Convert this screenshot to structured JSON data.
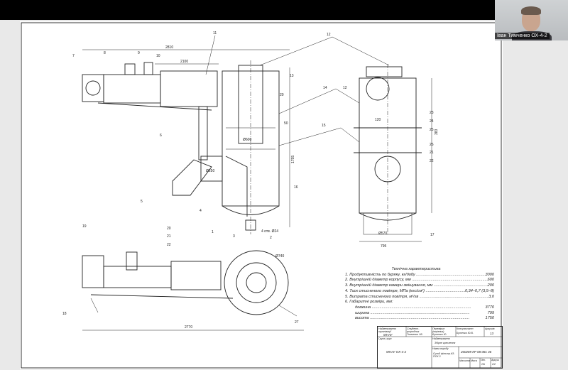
{
  "webcam": {
    "participant_name": "Іван Тимченко ОХ-4-2"
  },
  "drawing": {
    "callouts": [
      "1",
      "2",
      "3",
      "4",
      "5",
      "6",
      "7",
      "8",
      "9",
      "10",
      "11",
      "12",
      "13",
      "14",
      "15",
      "16",
      "17",
      "18",
      "19",
      "20",
      "21",
      "22",
      "23",
      "24",
      "25",
      "26",
      "27"
    ],
    "dimensions": {
      "d2810": "2810",
      "d2100": "2100",
      "d600": "Ø600",
      "d250": "Ø250",
      "d1755": "1755",
      "holes": "4 отв. Ø24",
      "d570": "Ø570",
      "d795": "795",
      "d120": "120",
      "d383": "383",
      "d2770": "2770",
      "d740": "Ø740",
      "d20": "20",
      "d50": "50",
      "d12": "12"
    }
  },
  "tech": {
    "title": "Технічна характеристика",
    "rows": [
      {
        "label": "1. Продуктивність по буряку, кг/добу",
        "value": "3000"
      },
      {
        "label": "2. Внутрішній діаметр корпусу, мм",
        "value": "600"
      },
      {
        "label": "3. Внутрішній діаметр камери змішування, мм",
        "value": "200"
      },
      {
        "label": "4. Тиск стисненого повітря, МПа (кгс/см²)",
        "value": "0,34–0,7 (3,5–8)"
      },
      {
        "label": "5. Витрата стисненого повітря, м³/хв",
        "value": "3,0"
      }
    ],
    "dims_title": "6. Габаритні розміри, мм:",
    "dims": [
      {
        "label": "довжина",
        "value": "3770"
      },
      {
        "label": "ширина",
        "value": "799"
      },
      {
        "label": "висота",
        "value": "1750"
      }
    ]
  },
  "title_block": {
    "org_label": "Найменування організації",
    "org": "МНАУ",
    "student_label": "Студент-розробник",
    "student": "Тимченко І.В.",
    "checked_label": "Перевірив (керівник)",
    "checked": "Бутенко Ю.",
    "consult_label": "Консультант",
    "consult": "Бутенко Ю.В.",
    "sheets_label": "Аркушів",
    "sheets": "13",
    "group_label": "Група, курс",
    "group": "МНАУ ОХ-4-2",
    "doc_label": "Найменування",
    "doc": "Збірне креслення",
    "product_label": "Назва виробу",
    "product": "Сухий фільтр АЗ-ПСК-3",
    "code": "200289 КР 08 081 36",
    "scale_label": "Масштаб",
    "mass_label": "Маса",
    "letter_label": "Літ.",
    "letter": "ЛА",
    "sheet_label": "Аркуш",
    "sheet": "2/2"
  }
}
